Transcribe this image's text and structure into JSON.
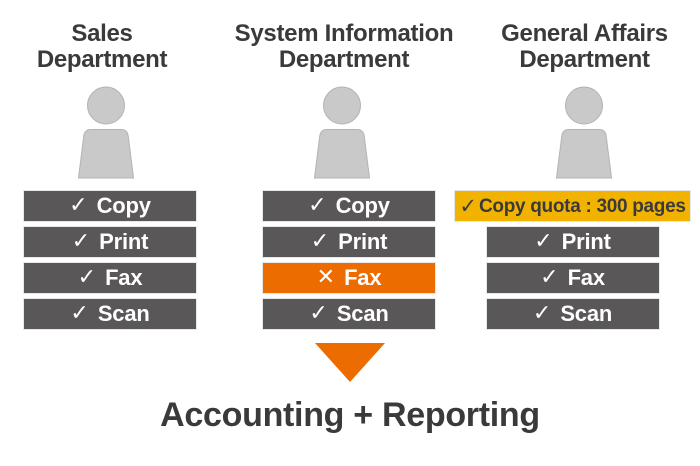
{
  "colors": {
    "bar_gray": "#595757",
    "bar_orange": "#ED6C00",
    "bar_yellow": "#F2B300",
    "arrow_orange": "#ED6C00",
    "text_dark": "#3A3A3A",
    "person_fill": "#C9C9C9",
    "person_stroke": "#B3B3B3"
  },
  "columns": [
    {
      "title_line1": "Sales",
      "title_line2": "Department",
      "items": [
        {
          "mark": "✓",
          "label": "Copy"
        },
        {
          "mark": "✓",
          "label": "Print"
        },
        {
          "mark": "✓",
          "label": "Fax"
        },
        {
          "mark": "✓",
          "label": "Scan"
        }
      ]
    },
    {
      "title_line1": "System Information",
      "title_line2": "Department",
      "items": [
        {
          "mark": "✓",
          "label": "Copy"
        },
        {
          "mark": "✓",
          "label": "Print"
        },
        {
          "mark": "✕",
          "label": "Fax"
        },
        {
          "mark": "✓",
          "label": "Scan"
        }
      ]
    },
    {
      "title_line1": "General Affairs",
      "title_line2": "Department",
      "items": [
        {
          "mark": "✓",
          "label": "Copy quota : 300 pages"
        },
        {
          "mark": "✓",
          "label": "Print"
        },
        {
          "mark": "✓",
          "label": "Fax"
        },
        {
          "mark": "✓",
          "label": "Scan"
        }
      ]
    }
  ],
  "footer": {
    "label": "Accounting + Reporting"
  }
}
